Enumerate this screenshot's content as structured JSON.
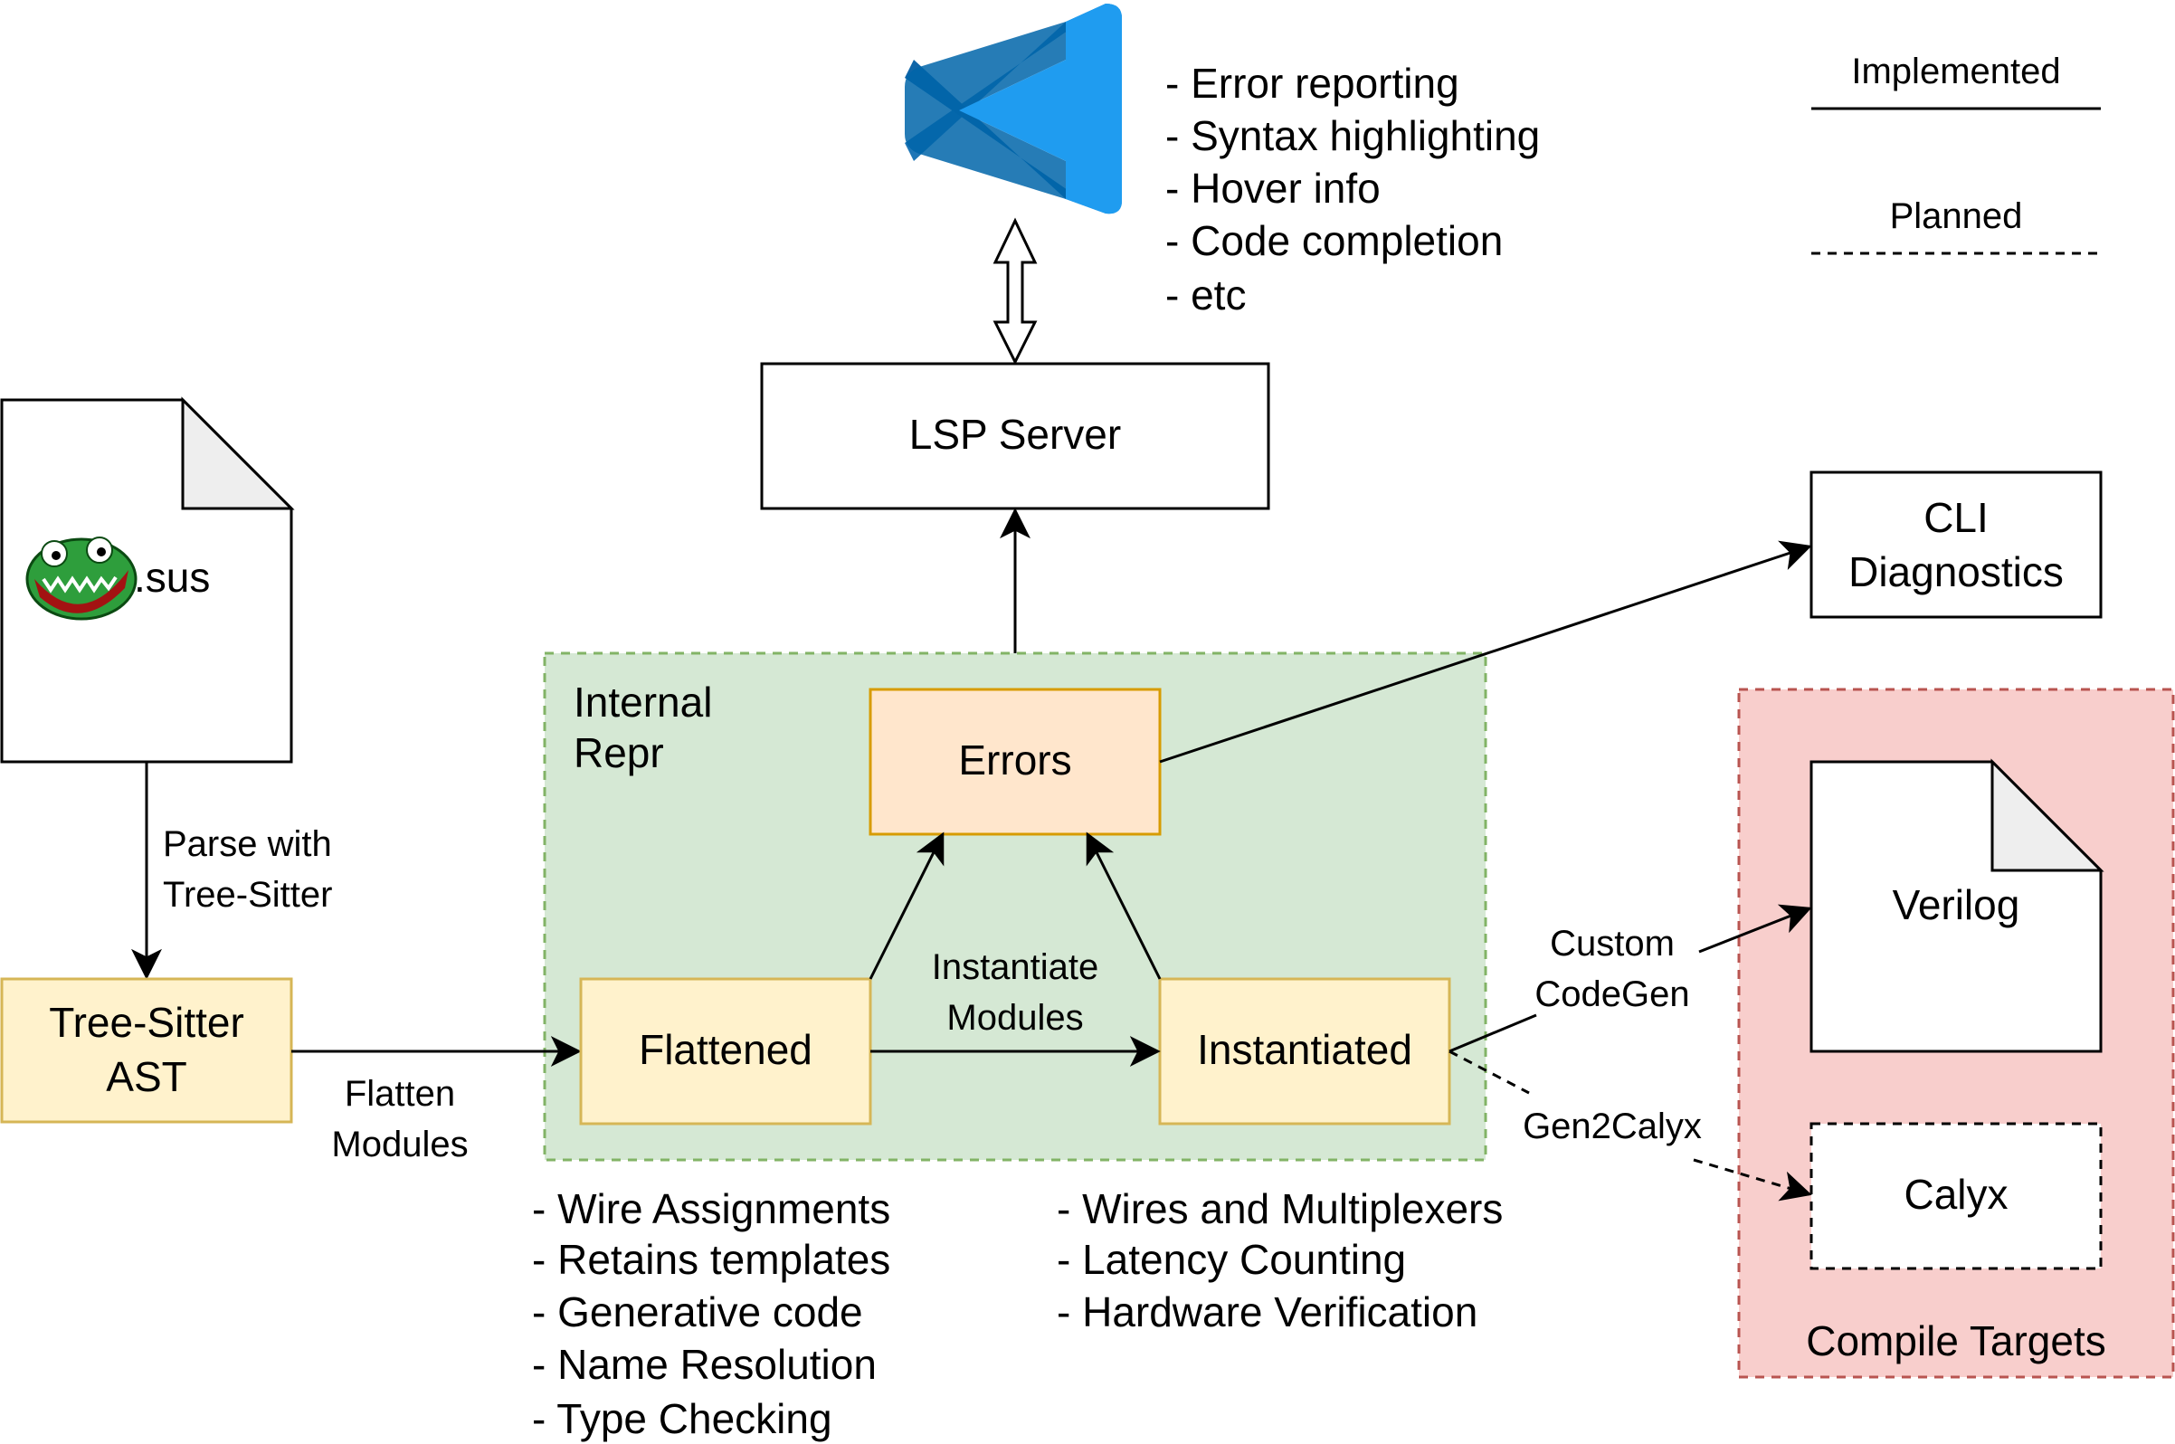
{
  "legend": {
    "implemented_label": "Implemented",
    "planned_label": "Planned"
  },
  "vscode": {
    "icon": "vscode-logo-icon",
    "features": [
      "- Error reporting",
      "- Syntax highlighting",
      "- Hover info",
      "- Code completion",
      "- etc"
    ]
  },
  "nodes": {
    "source_file": {
      "label": ".sus",
      "icon": "crocodile-mascot-icon"
    },
    "tree_sitter_ast": {
      "line1": "Tree-Sitter",
      "line2": "AST"
    },
    "lsp_server": {
      "label": "LSP Server"
    },
    "cli_diagnostics": {
      "line1": "CLI",
      "line2": "Diagnostics"
    },
    "errors": {
      "label": "Errors"
    },
    "flattened": {
      "label": "Flattened"
    },
    "instantiated": {
      "label": "Instantiated"
    },
    "verilog": {
      "label": "Verilog"
    },
    "calyx": {
      "label": "Calyx"
    }
  },
  "groups": {
    "internal_repr": {
      "line1": "Internal",
      "line2": "Repr"
    },
    "compile_targets": {
      "label": "Compile Targets"
    }
  },
  "edges": {
    "parse": {
      "line1": "Parse with",
      "line2": "Tree-Sitter"
    },
    "flatten": {
      "line1": "Flatten",
      "line2": "Modules"
    },
    "instantiate": {
      "line1": "Instantiate",
      "line2": "Modules"
    },
    "custom_codegen": {
      "line1": "Custom",
      "line2": "CodeGen"
    },
    "gen2calyx": {
      "label": "Gen2Calyx"
    }
  },
  "notes": {
    "flattened": [
      "- Wire Assignments",
      "- Retains templates",
      "- Generative code",
      "- Name Resolution",
      "- Type Checking"
    ],
    "instantiated": [
      "- Wires and Multiplexers",
      "- Latency Counting",
      "- Hardware Verification"
    ]
  },
  "colors": {
    "internal_fill": "#d5e8d4",
    "internal_stroke": "#82b366",
    "compile_fill": "#f8cecc",
    "compile_stroke": "#b85450",
    "yellow_fill": "#fff2cc",
    "yellow_stroke": "#d6b656",
    "orange_fill": "#ffe6cc",
    "orange_stroke": "#d79b00",
    "vscode_blue": "#2489ca"
  }
}
